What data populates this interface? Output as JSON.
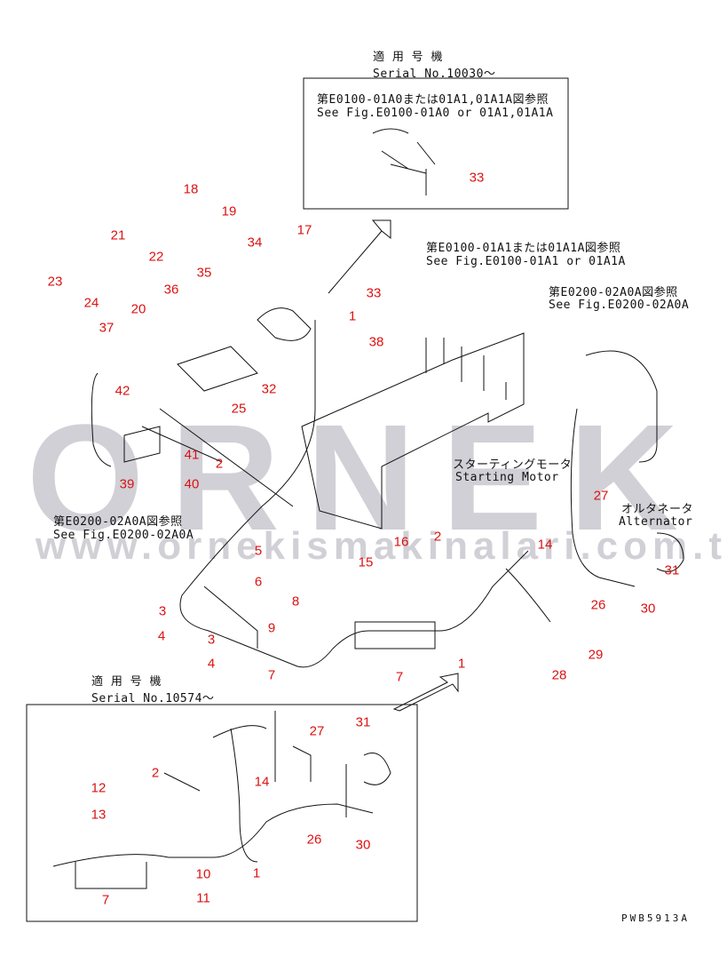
{
  "watermark": {
    "logo": "ORNEK",
    "url": "www.ornekismakinalari.com.tr"
  },
  "notes": {
    "inset1_header_jp": "適 用 号 機",
    "inset1_header_en": "Serial No.10030〜",
    "inset1_ref_jp": "第E0100-01A0または01A1,01A1A図参照",
    "inset1_ref_en": "See Fig.E0100-01A0 or 01A1,01A1A",
    "ref_a1_jp": "第E0100-01A1または01A1A図参照",
    "ref_a1_en": "See Fig.E0100-01A1 or 01A1A",
    "ref_right_jp": "第E0200-02A0A図参照",
    "ref_right_en": "See Fig.E0200-02A0A",
    "ref_left_jp": "第E0200-02A0A図参照",
    "ref_left_en": "See Fig.E0200-02A0A",
    "starter_jp": "スターティングモータ",
    "starter_en": "Starting Motor",
    "alt_jp": "オルタネータ",
    "alt_en": "Alternator",
    "inset2_header_jp": "適 用 号 機",
    "inset2_header_en": "Serial No.10574〜",
    "drawing_code": "PWB5913A"
  },
  "callouts": [
    "33",
    "18",
    "19",
    "21",
    "22",
    "17",
    "34",
    "23",
    "24",
    "20",
    "36",
    "35",
    "33",
    "1",
    "37",
    "38",
    "32",
    "25",
    "42",
    "41",
    "40",
    "39",
    "2",
    "5",
    "6",
    "8",
    "9",
    "3",
    "4",
    "3",
    "4",
    "7",
    "16",
    "15",
    "2",
    "14",
    "27",
    "31",
    "26",
    "30",
    "29",
    "28",
    "7",
    "1",
    "2",
    "27",
    "31",
    "14",
    "12",
    "13",
    "26",
    "30",
    "10",
    "11",
    "1",
    "7"
  ]
}
